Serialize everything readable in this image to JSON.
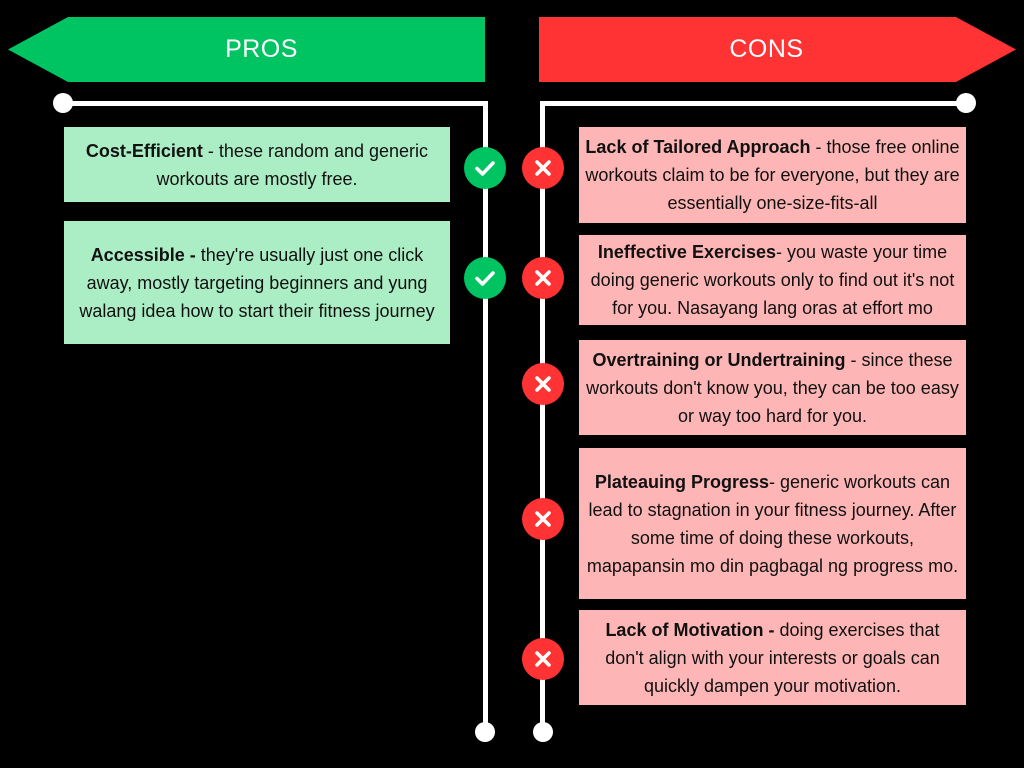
{
  "pros": {
    "title": "PROS",
    "color": "#00c462",
    "items": [
      {
        "heading": "Cost-Efficient",
        "text": " - these random and generic workouts are mostly free."
      },
      {
        "heading": "Accessible -",
        "text": " they're usually just one click away, mostly targeting beginners and yung walang idea how to start their fitness journey"
      }
    ]
  },
  "cons": {
    "title": "CONS",
    "color": "#ff3333",
    "items": [
      {
        "heading": "Lack of Tailored Approach",
        "text": " - those free online workouts claim to be for everyone, but they are essentially one-size-fits-all"
      },
      {
        "heading": "Ineffective  Exercises",
        "text": "- you waste your time doing generic workouts only to find out it's not for you. Nasayang lang oras at effort mo"
      },
      {
        "heading": "Overtraining or Undertraining",
        "text": " - since these workouts don't know you, they can be too easy or way too hard for you."
      },
      {
        "heading": "Plateauing Progress",
        "text": "- generic workouts can lead to stagnation in your fitness journey. After some time of doing these workouts, mapapansin mo din pagbagal ng progress mo."
      },
      {
        "heading": "Lack of Motivation -",
        "text": " doing exercises that don't align with your interests or goals can quickly dampen your motivation."
      }
    ]
  },
  "icons": {
    "pro": "check-icon",
    "con": "x-icon"
  },
  "colors": {
    "pro_card": "#abeec5",
    "con_card": "#fdb5b5",
    "background": "#000000"
  }
}
